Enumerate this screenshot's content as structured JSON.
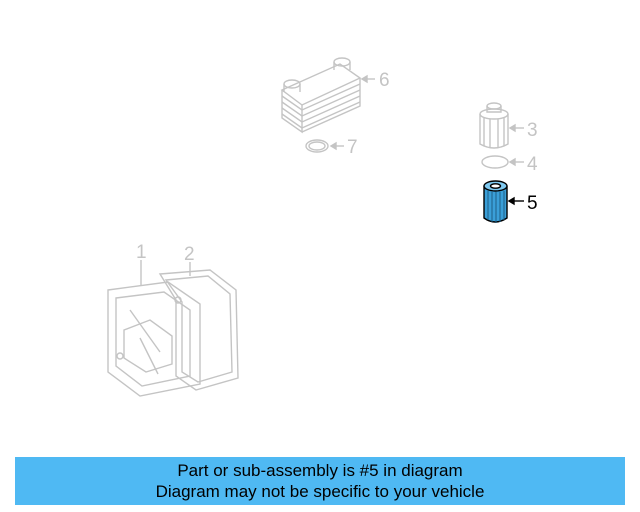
{
  "diagram": {
    "callouts": [
      {
        "number": "1",
        "active": false
      },
      {
        "number": "2",
        "active": false
      },
      {
        "number": "3",
        "active": false
      },
      {
        "number": "4",
        "active": false
      },
      {
        "number": "5",
        "active": true
      },
      {
        "number": "6",
        "active": false
      },
      {
        "number": "7",
        "active": false
      }
    ],
    "highlight_color": "#3a9fd8",
    "faded_color": "#c4c4c4"
  },
  "banner": {
    "line1": "Part or sub-assembly is #5 in diagram",
    "line2": "Diagram may not be specific to your vehicle",
    "background": "#4fb9f3"
  }
}
